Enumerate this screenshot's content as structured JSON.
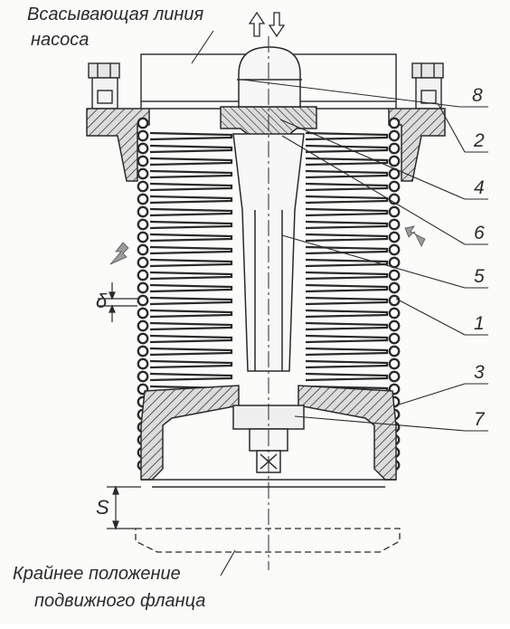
{
  "labels": {
    "suction_line_1": "Всасывающая линия",
    "suction_line_2": "насоса",
    "extreme_position_1": "Крайнее положение",
    "extreme_position_2": "подвижного фланца",
    "gap_symbol": "δ",
    "stroke_symbol": "S"
  },
  "callouts": [
    "8",
    "2",
    "4",
    "6",
    "5",
    "1",
    "3",
    "7"
  ],
  "colors": {
    "line": "#2a2a2a",
    "hatch": "#3a3a3a",
    "hatch_bg": "#d9d9d9",
    "coil": "#2a2a2a",
    "arrow_fill": "#9a9a9a"
  }
}
